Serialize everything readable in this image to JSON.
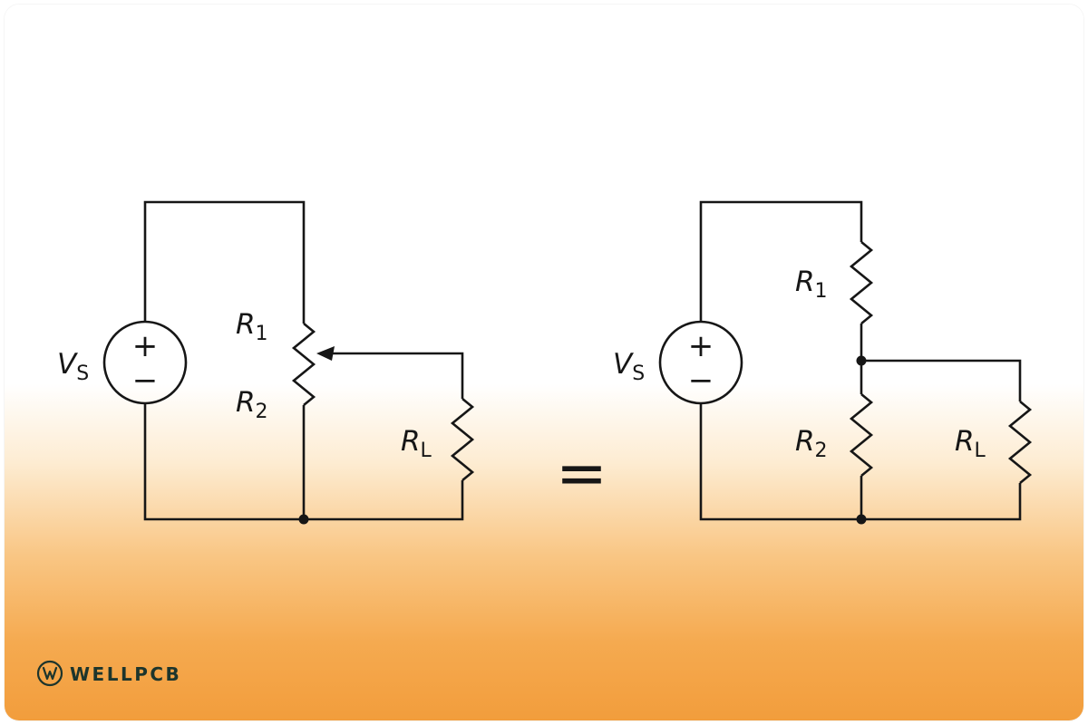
{
  "page": {
    "background_top": "#ffffff",
    "background_bottom": "#f29d3c",
    "line_color": "#161616",
    "logo_color": "#1d352c"
  },
  "equals": {
    "symbol": "="
  },
  "circuits": {
    "left": {
      "description": "potentiometer voltage divider with load",
      "source": {
        "label_base": "V",
        "label_sub": "S",
        "plus": "+",
        "minus": "−"
      },
      "r1": {
        "base": "R",
        "sub": "1"
      },
      "r2": {
        "base": "R",
        "sub": "2"
      },
      "rl": {
        "base": "R",
        "sub": "L"
      }
    },
    "right": {
      "description": "equivalent series-parallel circuit",
      "source": {
        "label_base": "V",
        "label_sub": "S",
        "plus": "+",
        "minus": "−"
      },
      "r1": {
        "base": "R",
        "sub": "1"
      },
      "r2": {
        "base": "R",
        "sub": "2"
      },
      "rl": {
        "base": "R",
        "sub": "L"
      }
    }
  },
  "logo": {
    "brand": "WELLPCB"
  }
}
